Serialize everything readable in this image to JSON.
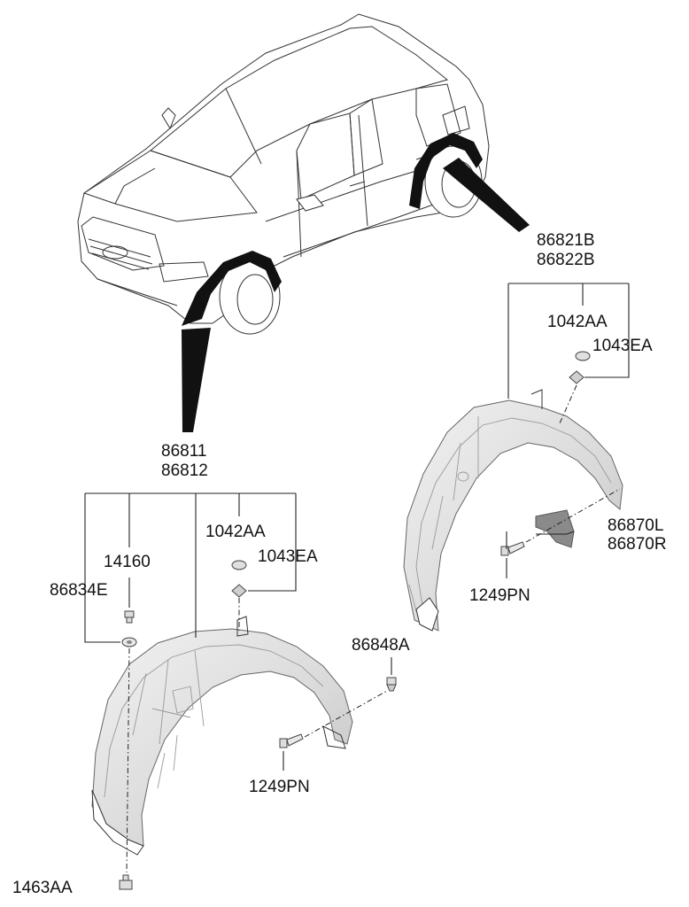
{
  "parts": {
    "rear_liner_codes": [
      "86821B",
      "86822B"
    ],
    "front_liner_codes": [
      "86811",
      "86812"
    ],
    "rear_clip_1042": "1042AA",
    "rear_nut_1043": "1043EA",
    "rear_bracket": [
      "86870L",
      "86870R"
    ],
    "rear_screw": "1249PN",
    "front_14160": "14160",
    "front_86834": "86834E",
    "front_clip_1042": "1042AA",
    "front_nut_1043": "1043EA",
    "front_clip_86848": "86848A",
    "front_screw": "1249PN",
    "front_bolt": "1463AA"
  },
  "colors": {
    "line": "#222222",
    "fill_black": "#111111",
    "liner_light": "#ececec",
    "liner_dark": "#bdbdbd"
  }
}
